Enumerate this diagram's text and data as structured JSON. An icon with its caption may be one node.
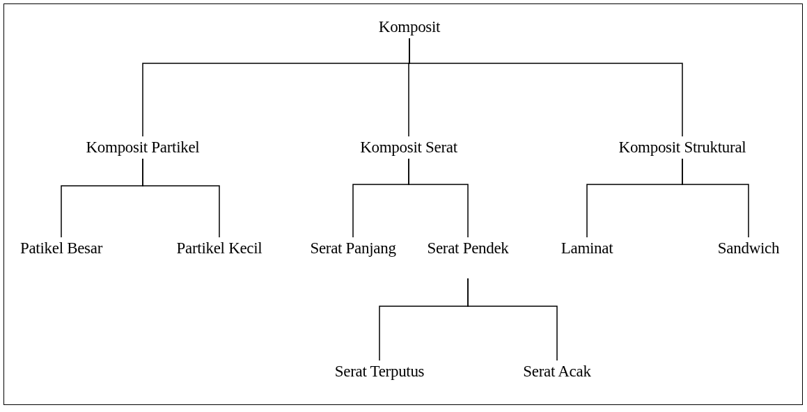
{
  "diagram": {
    "nodes": [
      {
        "text": [
          "Komposit"
        ]
      },
      {
        "text": [
          "Komposit Partikel"
        ]
      },
      {
        "text": [
          "Komposit Serat"
        ]
      },
      {
        "text": [
          "Komposit Struktural"
        ]
      },
      {
        "text": [
          "Patikel Besar"
        ]
      },
      {
        "text": [
          "Partikel Kecil"
        ]
      },
      {
        "text": [
          "Serat Panjang"
        ]
      },
      {
        "text": [
          "Serat Pendek"
        ]
      },
      {
        "text": [
          "Laminat"
        ]
      },
      {
        "text": [
          "Sandwich"
        ]
      },
      {
        "text": [
          "Serat Terputus"
        ]
      },
      {
        "text": [
          "Serat Acak"
        ]
      }
    ],
    "edges": [
      {
        "from": 0,
        "to": 1,
        "arrow": "none"
      },
      {
        "from": 0,
        "to": 2,
        "arrow": "none"
      },
      {
        "from": 0,
        "to": 3,
        "arrow": "none"
      },
      {
        "from": 1,
        "to": 4,
        "arrow": "none"
      },
      {
        "from": 1,
        "to": 5,
        "arrow": "none"
      },
      {
        "from": 2,
        "to": 6,
        "arrow": "none"
      },
      {
        "from": 2,
        "to": 7,
        "arrow": "none"
      },
      {
        "from": 3,
        "to": 8,
        "arrow": "none"
      },
      {
        "from": 3,
        "to": 9,
        "arrow": "none"
      },
      {
        "from": 7,
        "to": 10,
        "arrow": "none"
      },
      {
        "from": 7,
        "to": 11,
        "arrow": "none"
      }
    ]
  }
}
